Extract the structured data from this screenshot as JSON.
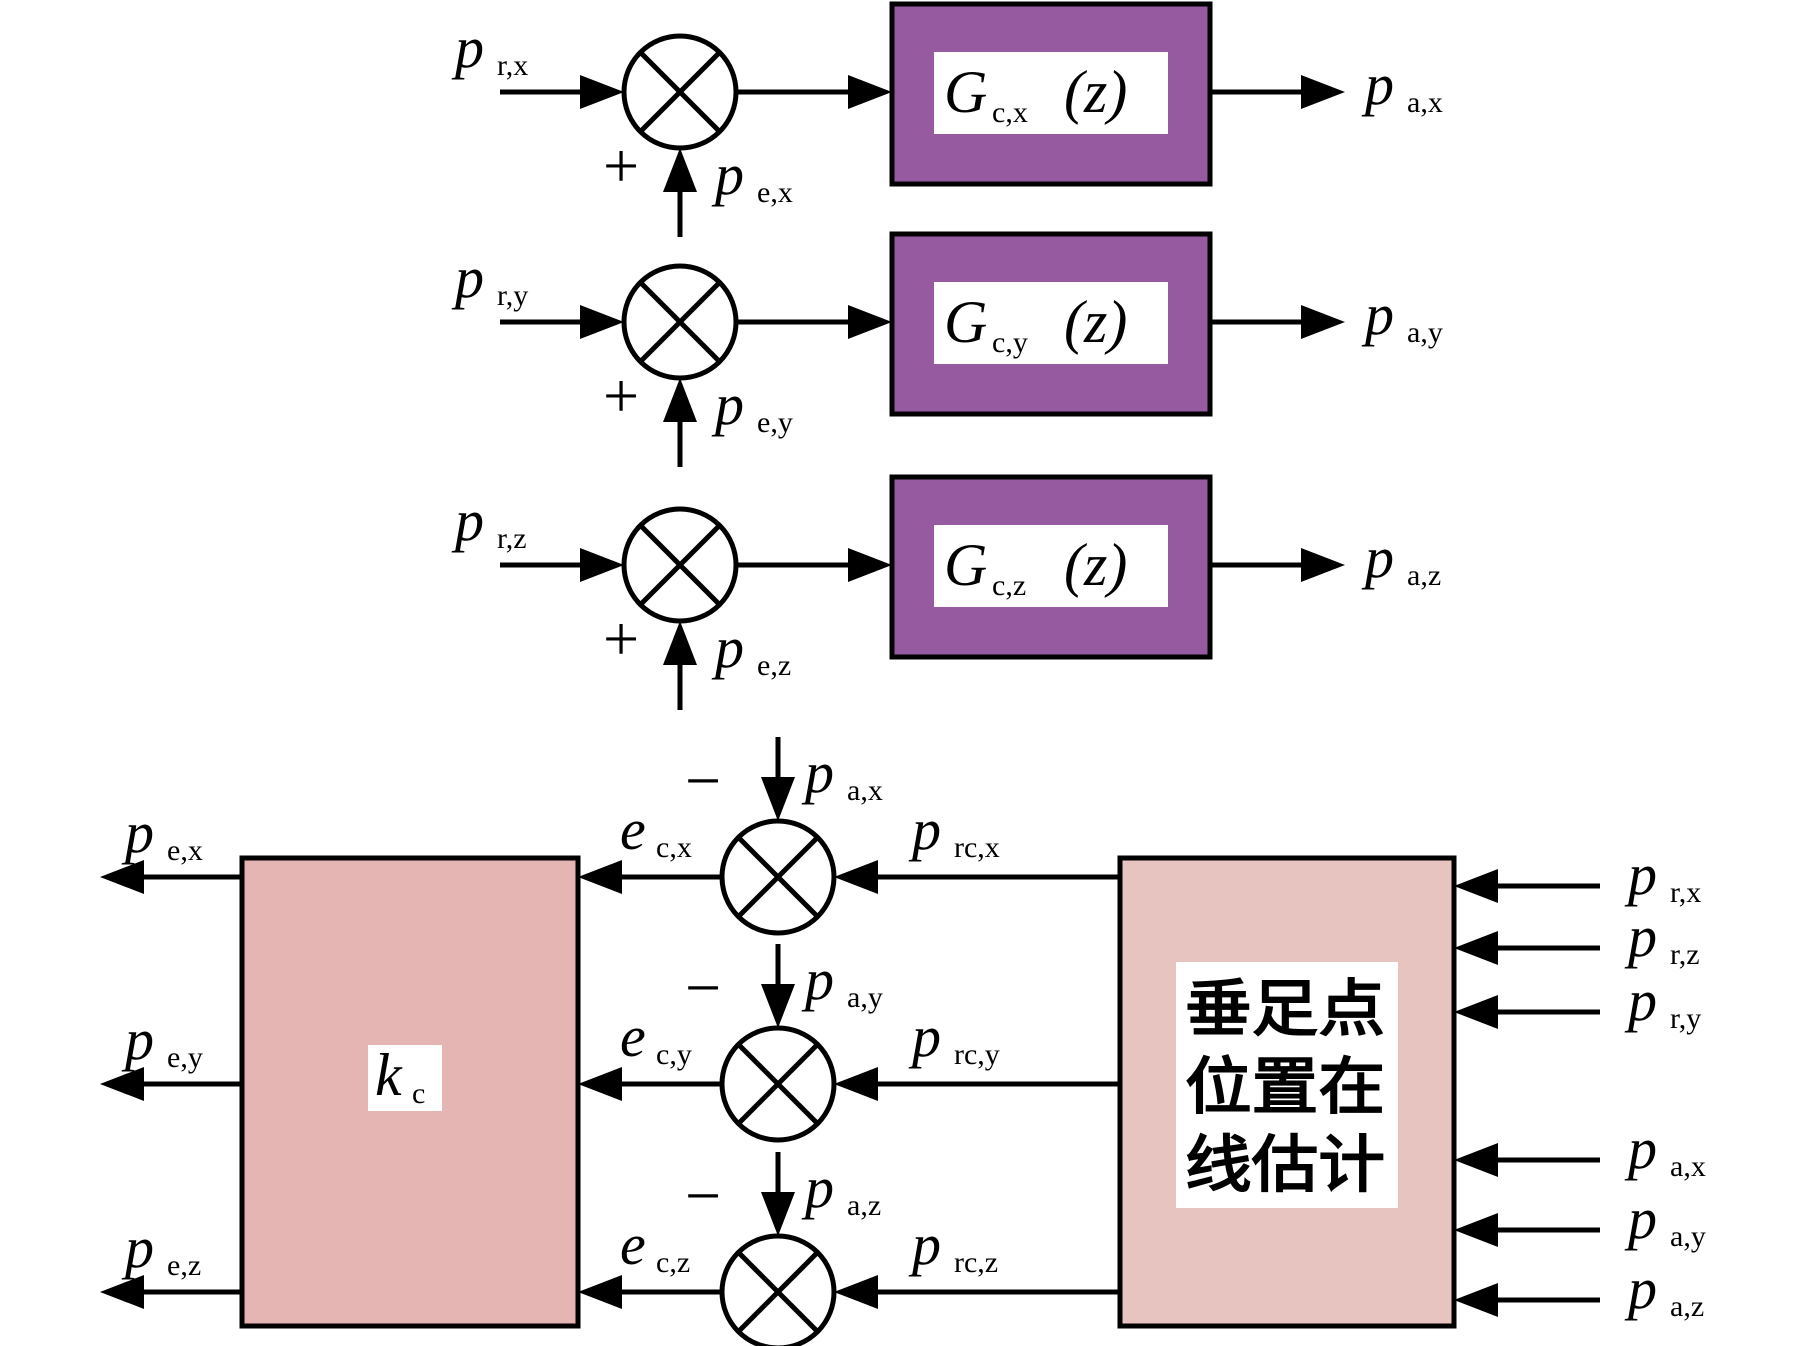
{
  "colors": {
    "controller_fill": "#955a9f",
    "gain_fill": "#e4b5b3",
    "estimator_fill": "#e8c4c1",
    "label_bg": "#ffffff",
    "stroke": "#000000"
  },
  "top": {
    "rows": [
      {
        "ref": {
          "sym": "p",
          "sub": "r,x"
        },
        "err": {
          "sym": "p",
          "sub": "e,x"
        },
        "sign": "+",
        "controller": {
          "sym": "G",
          "sub": "c,x",
          "arg": "(z)"
        },
        "out": {
          "sym": "p",
          "sub": "a,x"
        }
      },
      {
        "ref": {
          "sym": "p",
          "sub": "r,y"
        },
        "err": {
          "sym": "p",
          "sub": "e,y"
        },
        "sign": "+",
        "controller": {
          "sym": "G",
          "sub": "c,y",
          "arg": "(z)"
        },
        "out": {
          "sym": "p",
          "sub": "a,y"
        }
      },
      {
        "ref": {
          "sym": "p",
          "sub": "r,z"
        },
        "err": {
          "sym": "p",
          "sub": "e,z"
        },
        "sign": "+",
        "controller": {
          "sym": "G",
          "sub": "c,z",
          "arg": "(z)"
        },
        "out": {
          "sym": "p",
          "sub": "a,z"
        }
      }
    ]
  },
  "bottom": {
    "gain": {
      "sym": "k",
      "sub": "c"
    },
    "estimator": {
      "lines": [
        "垂足点",
        "位置在",
        "线估计"
      ]
    },
    "rows": [
      {
        "out": {
          "sym": "p",
          "sub": "e,x"
        },
        "err": {
          "sym": "e",
          "sub": "c,x"
        },
        "sign": "−",
        "meas": {
          "sym": "p",
          "sub": "a,x"
        },
        "rc": {
          "sym": "p",
          "sub": "rc,x"
        }
      },
      {
        "out": {
          "sym": "p",
          "sub": "e,y"
        },
        "err": {
          "sym": "e",
          "sub": "c,y"
        },
        "sign": "−",
        "meas": {
          "sym": "p",
          "sub": "a,y"
        },
        "rc": {
          "sym": "p",
          "sub": "rc,y"
        }
      },
      {
        "out": {
          "sym": "p",
          "sub": "e,z"
        },
        "err": {
          "sym": "e",
          "sub": "c,z"
        },
        "sign": "−",
        "meas": {
          "sym": "p",
          "sub": "a,z"
        },
        "rc": {
          "sym": "p",
          "sub": "rc,z"
        }
      }
    ],
    "estimator_inputs": [
      {
        "sym": "p",
        "sub": "r,x"
      },
      {
        "sym": "p",
        "sub": "r,z"
      },
      {
        "sym": "p",
        "sub": "r,y"
      },
      {
        "sym": "p",
        "sub": "a,x"
      },
      {
        "sym": "p",
        "sub": "a,y"
      },
      {
        "sym": "p",
        "sub": "a,z"
      }
    ]
  }
}
